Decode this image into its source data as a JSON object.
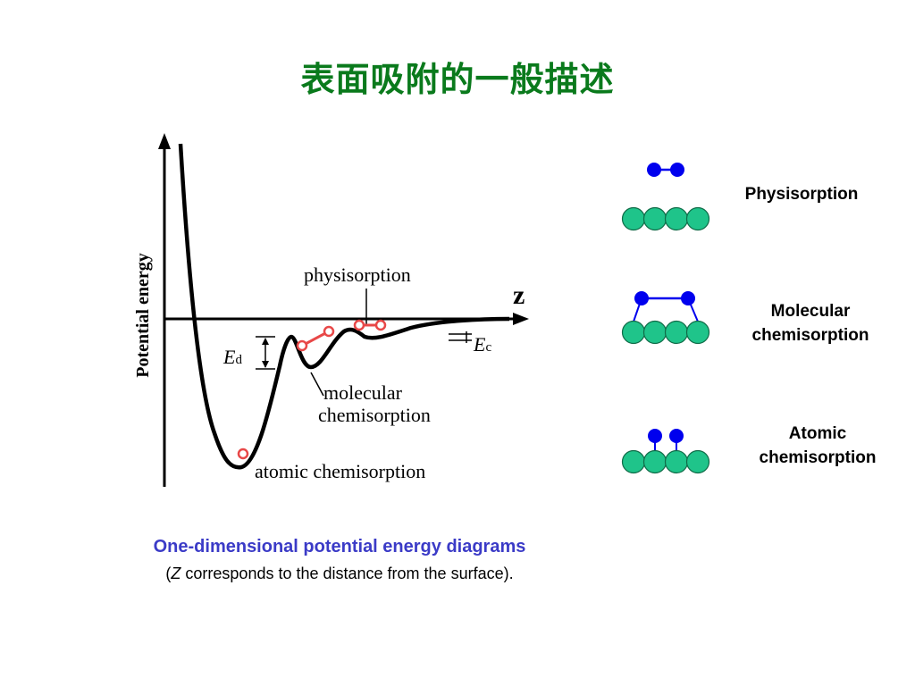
{
  "title": "表面吸附的一般描述",
  "diagram": {
    "y_axis_label": "Potential energy",
    "z_axis_label": "z",
    "physisorption_label": "physisorption",
    "ed_label_main": "E",
    "ed_label_sub": "d",
    "ec_label_main": "E",
    "ec_label_sub": "c",
    "molecular_label_line1": "molecular",
    "molecular_label_line2": "chemisorption",
    "atomic_label": "atomic chemisorption"
  },
  "models": {
    "physisorption": "Physisorption",
    "molecular_line1": "Molecular",
    "molecular_line2": "chemisorption",
    "atomic_line1": "Atomic",
    "atomic_line2": "chemisorption"
  },
  "caption": {
    "main": "One-dimensional potential energy diagrams",
    "open_paren": "(",
    "z_letter": "Z",
    "rest": " corresponds to the distance from the surface)."
  },
  "colors": {
    "title": "#0a7a1c",
    "caption": "#3b3bc7",
    "surface_atom": "#1fc48a",
    "adsorbate_atom": "#0000ee",
    "marker": "#e84848"
  }
}
